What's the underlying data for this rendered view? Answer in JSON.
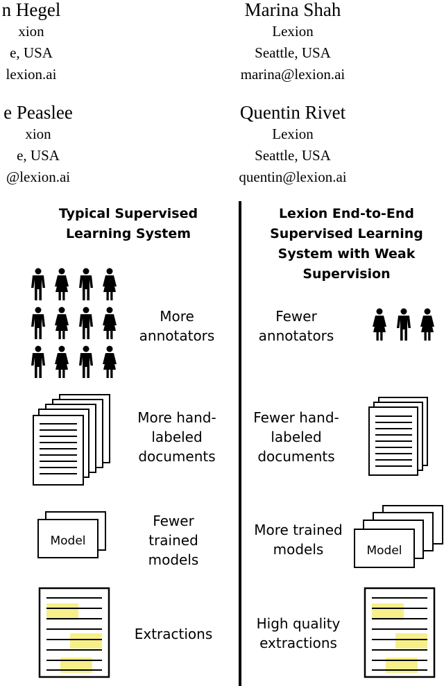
{
  "authors": [
    {
      "name": "n Hegel",
      "org": "xion",
      "loc": "e, USA",
      "email": "lexion.ai"
    },
    {
      "name": "Marina Shah",
      "org": "Lexion",
      "loc": "Seattle, USA",
      "email": "marina@lexion.ai"
    },
    {
      "name": "e Peaslee",
      "org": "xion",
      "loc": "e, USA",
      "email": "@lexion.ai"
    },
    {
      "name": "Quentin Rivet",
      "org": "Lexion",
      "loc": "Seattle, USA",
      "email": "quentin@lexion.ai"
    }
  ],
  "left": {
    "heading": [
      "Typical Supervised",
      "Learning System"
    ],
    "rows": [
      [
        "More",
        "annotators"
      ],
      [
        "More hand-",
        "labeled",
        "documents"
      ],
      [
        "Fewer",
        "trained",
        "models"
      ],
      [
        "Extractions"
      ]
    ]
  },
  "right": {
    "heading": [
      "Lexion End-to-End",
      "Supervised Learning",
      "System with Weak",
      "Supervision"
    ],
    "rows": [
      [
        "Fewer",
        "annotators"
      ],
      [
        "Fewer hand-",
        "labeled",
        "documents"
      ],
      [
        "More trained",
        "models"
      ],
      [
        "High quality",
        "extractions"
      ]
    ]
  },
  "model_card_label": "Model",
  "colors": {
    "highlight": "#f7f08a",
    "ink": "#000000"
  },
  "icons": {
    "person": "person-icon",
    "document": "document-icon",
    "model": "model-card-icon",
    "extraction": "highlighted-document-icon"
  }
}
